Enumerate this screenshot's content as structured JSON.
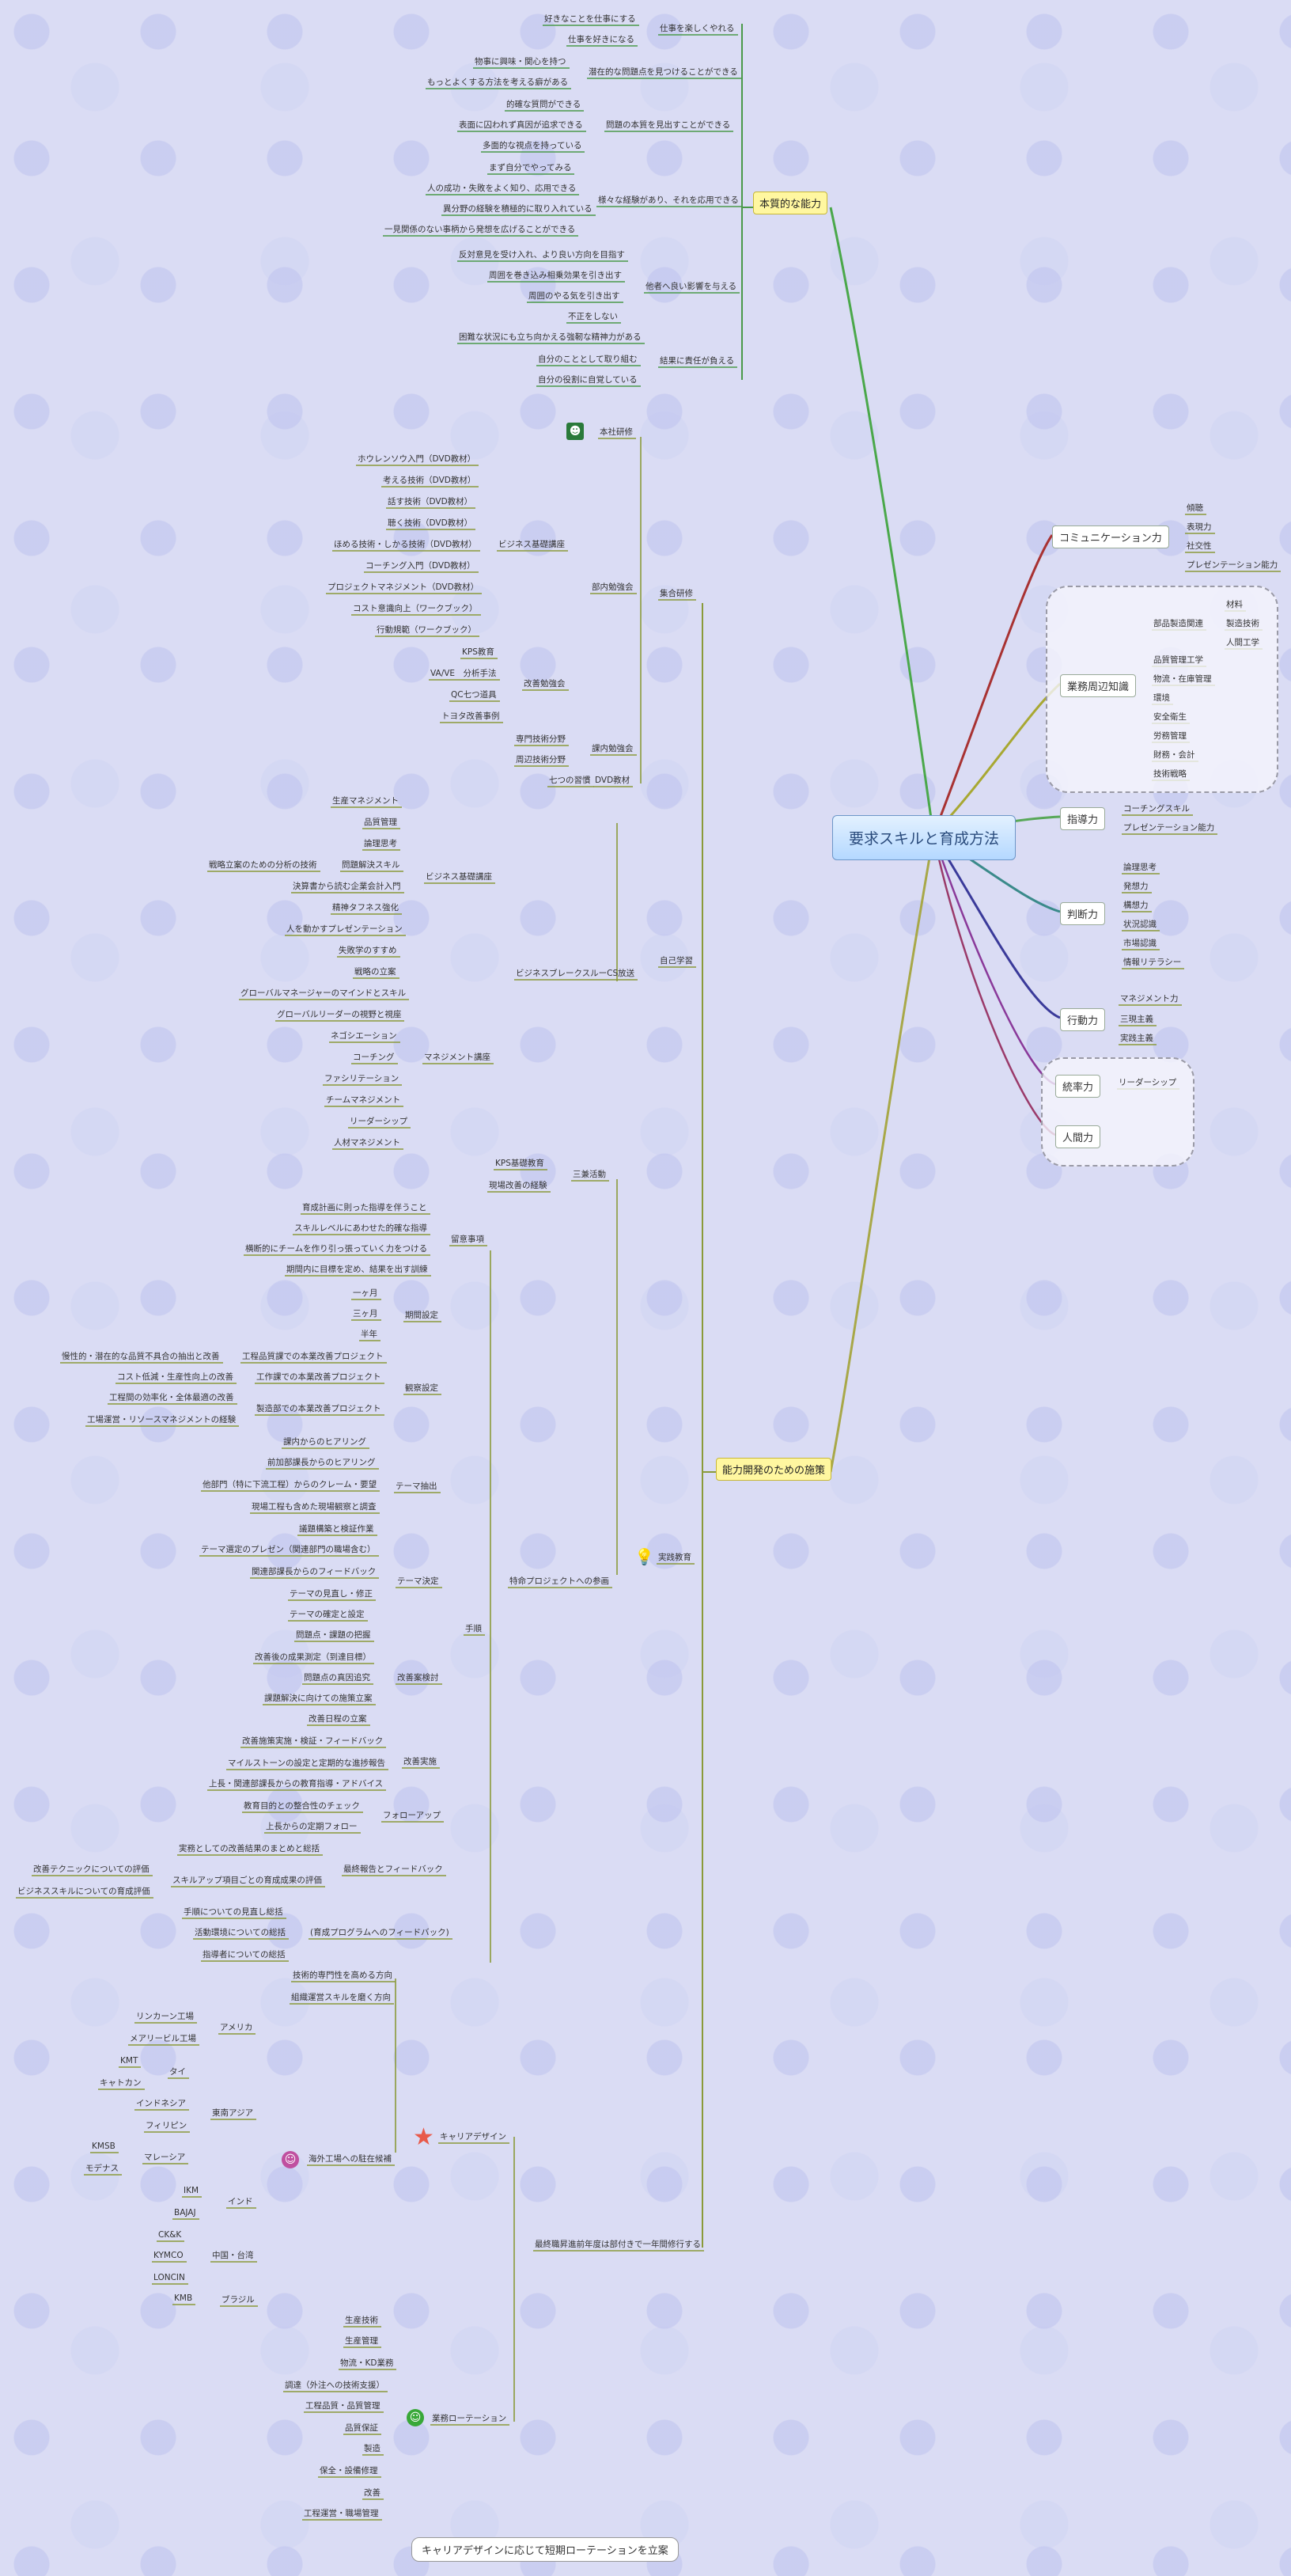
{
  "central": "要求スキルと育成方法",
  "bottom_note": "キャリアデザインに応じて短期ローテーションを立案",
  "honshitsu": {
    "title": "本質的な能力",
    "g1": {
      "label": "仕事を楽しくやれる",
      "items": [
        "好きなことを仕事にする",
        "仕事を好きになる"
      ]
    },
    "g2": {
      "label": "潜在的な問題点を見つけることができる",
      "items": [
        "物事に興味・関心を持つ",
        "もっとよくする方法を考える癖がある"
      ]
    },
    "g3": {
      "label": "問題の本質を見出すことができる",
      "items": [
        "的確な質問ができる",
        "表面に囚われず真因が追求できる",
        "多面的な視点を持っている"
      ]
    },
    "g4": {
      "label": "様々な経験があり、それを応用できる",
      "items": [
        "まず自分でやってみる",
        "人の成功・失敗をよく知り、応用できる",
        "異分野の経験を積極的に取り入れている",
        "一見関係のない事柄から発想を広げることができる"
      ]
    },
    "g5": {
      "label": "他者へ良い影響を与える",
      "items": [
        "反対意見を受け入れ、より良い方向を目指す",
        "周囲を巻き込み相乗効果を引き出す",
        "周囲のやる気を引き出す",
        "不正をしない",
        "困難な状況にも立ち向かえる強靭な精神力がある"
      ]
    },
    "g6": {
      "label": "結果に責任が負える",
      "items": [
        "自分のこととして取り組む",
        "自分の役割に自覚している"
      ]
    }
  },
  "right": {
    "comm": {
      "label": "コミュニケーション力",
      "items": [
        "傾聴",
        "表現力",
        "社交性",
        "プレゼンテーション能力"
      ]
    },
    "gyomu": {
      "label": "業務周辺知識",
      "sub1": "部品製造関連",
      "sub1_items": [
        "材料",
        "製造技術",
        "人間工学"
      ],
      "items": [
        "品質管理工学",
        "物流・在庫管理",
        "環境",
        "安全衛生",
        "労務管理",
        "財務・会計",
        "技術戦略"
      ]
    },
    "shido": {
      "label": "指導力",
      "items": [
        "コーチングスキル",
        "プレゼンテーション能力"
      ]
    },
    "handan": {
      "label": "判断力",
      "items": [
        "論理思考",
        "発想力",
        "構想力",
        "状況認識",
        "市場認識",
        "情報リテラシー"
      ]
    },
    "kodo": {
      "label": "行動力",
      "items": [
        "マネジメント力",
        "三現主義",
        "実践主義"
      ]
    },
    "tosotsu": {
      "label": "統率力",
      "items": [
        "リーダーシップ"
      ]
    },
    "ningen": {
      "label": "人間力"
    }
  },
  "shisaku": {
    "title": "能力開発のための施策",
    "shugo": {
      "label": "集合研修",
      "honsha": "本社研修",
      "bumon": {
        "label": "部内勉強会",
        "biz": {
          "label": "ビジネス基礎講座",
          "items": [
            "ホウレンソウ入門（DVD教材）",
            "考える技術（DVD教材）",
            "話す技術（DVD教材）",
            "聴く技術（DVD教材）",
            "ほめる技術・しかる技術（DVD教材）",
            "コーチング入門（DVD教材）",
            "プロジェクトマネジメント（DVD教材）",
            "コスト意識向上（ワークブック）",
            "行動規範（ワークブック）"
          ]
        },
        "kaizen": {
          "label": "改善勉強会",
          "items": [
            "KPS教育",
            "VA/VE　分析手法",
            "QC七つ道具",
            "トヨタ改善事例"
          ]
        }
      },
      "kanai": {
        "label": "課内勉強会",
        "items": [
          "専門技術分野",
          "周辺技術分野"
        ]
      },
      "dvd": {
        "label": "DVD教材",
        "item": "七つの習慣"
      }
    },
    "jiko": {
      "label": "自己学習",
      "bc": "ビジネスブレークスルーCS放送",
      "biz": {
        "label": "ビジネス基礎講座",
        "items": [
          "生産マネジメント",
          "品質管理",
          "論理思考",
          "問題解決スキル",
          "戦略立案のための分析の技術",
          "決算書から読む企業会計入門",
          "精神タフネス強化",
          "人を動かすプレゼンテーション",
          "失敗学のすすめ",
          "戦略の立案"
        ]
      },
      "mgmt": {
        "label": "マネジメント講座",
        "items": [
          "グローバルマネージャーのマインドとスキル",
          "グローバルリーダーの視野と視座",
          "ネゴシエーション",
          "コーチング",
          "ファシリテーション",
          "チームマネジメント",
          "リーダーシップ",
          "人材マネジメント"
        ]
      }
    },
    "jissen": {
      "label": "実践教育",
      "sangen": {
        "label": "三兼活動",
        "items": [
          "KPS基礎教育",
          "現場改善の経験"
        ]
      },
      "tokumei": {
        "label": "特命プロジェクトへの参画",
        "ryui": {
          "label": "留意事項",
          "items": [
            "育成計画に則った指導を伴うこと",
            "スキルレベルにあわせた的確な指導",
            "横断的にチームを作り引っ張っていく力をつける",
            "期間内に目標を定め、結果を出す訓練"
          ]
        },
        "kikan": {
          "label": "期間設定",
          "items": [
            "一ヶ月",
            "三ヶ月",
            "半年"
          ]
        },
        "kansatsu": {
          "label": "観察設定",
          "items": [
            "工程品質課での本業改善プロジェクト",
            "工作課での本業改善プロジェクト",
            "製造部での本業改善プロジェクト"
          ],
          "subs": [
            "慢性的・潜在的な品質不具合の抽出と改善",
            "コスト低減・生産性向上の改善",
            "工程間の効率化・全体最適の改善",
            "工場運営・リソースマネジメントの経験"
          ]
        },
        "tejun": "手順",
        "theme": {
          "label": "テーマ抽出",
          "items": [
            "課内からのヒアリング",
            "前加部課長からのヒアリング",
            "他部門（特に下流工程）からのクレーム・要望",
            "現場工程も含めた現場観察と調査",
            "議題構築と検証作業"
          ]
        },
        "kettei": {
          "label": "テーマ決定",
          "items": [
            "テーマ選定のプレゼン（関連部門の職場含む）",
            "関連部課長からのフィードバック",
            "テーマの見直し・修正",
            "テーマの確定と設定",
            "問題点・課題の把握"
          ]
        },
        "kentou": {
          "label": "改善案検討",
          "items": [
            "改善後の成果測定（到達目標）",
            "問題点の真因追究",
            "課題解決に向けての施策立案",
            "改善日程の立案"
          ]
        },
        "jisshi": {
          "label": "改善実施",
          "items": [
            "改善施策実施・検証・フィードバック",
            "マイルストーンの設定と定期的な進捗報告",
            "上長・関連部課長からの教育指導・アドバイス"
          ]
        },
        "follow": {
          "label": "フォローアップ",
          "items": [
            "教育目的との整合性のチェック",
            "上長からの定期フォロー"
          ]
        },
        "saishu": {
          "label": "最終報告とフィードバック",
          "items": [
            "実務としての改善結果のまとめと総括",
            "スキルアップ項目ごとの育成成果の評価"
          ],
          "subs": [
            "改善テクニックについての評価",
            "ビジネススキルについての育成評価"
          ]
        },
        "ikusei": {
          "label": "(育成プログラムへのフィードバック)",
          "items": [
            "手順についての見直し総括",
            "活動環境についての総括",
            "指導者についての総括"
          ]
        }
      }
    },
    "career": {
      "label": "キャリアデザイン",
      "items": [
        "技術的専門性を高める方向",
        "組織運営スキルを磨く方向"
      ],
      "kaigai": {
        "label": "海外工場への駐在候補",
        "america": {
          "label": "アメリカ",
          "items": [
            "リンカーン工場",
            "メアリービル工場"
          ]
        },
        "asia": {
          "label": "東南アジア",
          "items": [
            "KMT",
            "タイ",
            "キャトカン",
            "インドネシア",
            "フィリピン",
            "KMSB",
            "マレーシア",
            "モデナス"
          ]
        },
        "india": {
          "label": "インド",
          "items": [
            "IKM",
            "BAJAJ"
          ]
        },
        "china": {
          "label": "中国・台湾",
          "items": [
            "CK&K",
            "KYMCO",
            "LONCIN"
          ]
        },
        "brazil": {
          "label": "ブラジル",
          "items": [
            "KMB"
          ]
        }
      }
    },
    "rotation": {
      "label": "業務ローテーション",
      "parent": "最終職昇進前年度は部付きで一年間修行する",
      "items": [
        "生産技術",
        "生産管理",
        "物流・KD業務",
        "調達（外注への技術支援）",
        "工程品質・品質管理",
        "品質保証",
        "製造",
        "保全・設備修理",
        "改善",
        "工程運営・職場管理"
      ]
    }
  }
}
